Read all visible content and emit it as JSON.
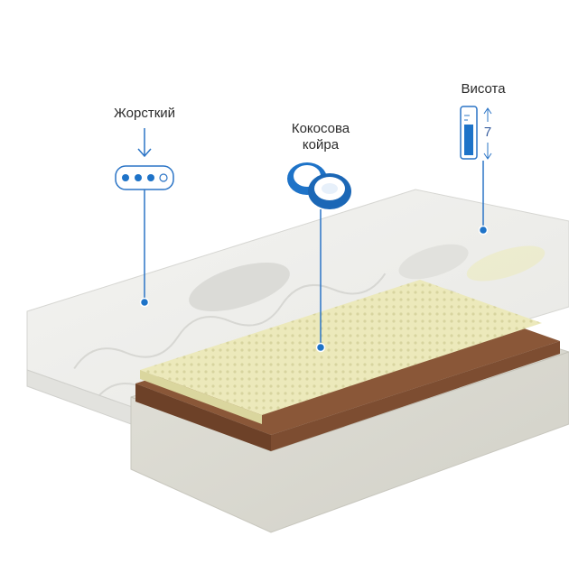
{
  "callouts": {
    "firmness": {
      "label": "Жорсткий",
      "icon": "firmness-scale-icon",
      "filled_dots": 3,
      "total_dots": 4
    },
    "coconut": {
      "label": "Кокосова\nкойра",
      "icon": "coconut-icon"
    },
    "height": {
      "label": "Висота",
      "value": "7",
      "icon": "height-gauge-icon"
    }
  },
  "colors": {
    "accent": "#1e73c8",
    "line": "#2a74c6",
    "cover": "#efefec",
    "latex": "#e9e7b8",
    "coir": "#7a4a2e",
    "base": "#d9d8cf"
  }
}
